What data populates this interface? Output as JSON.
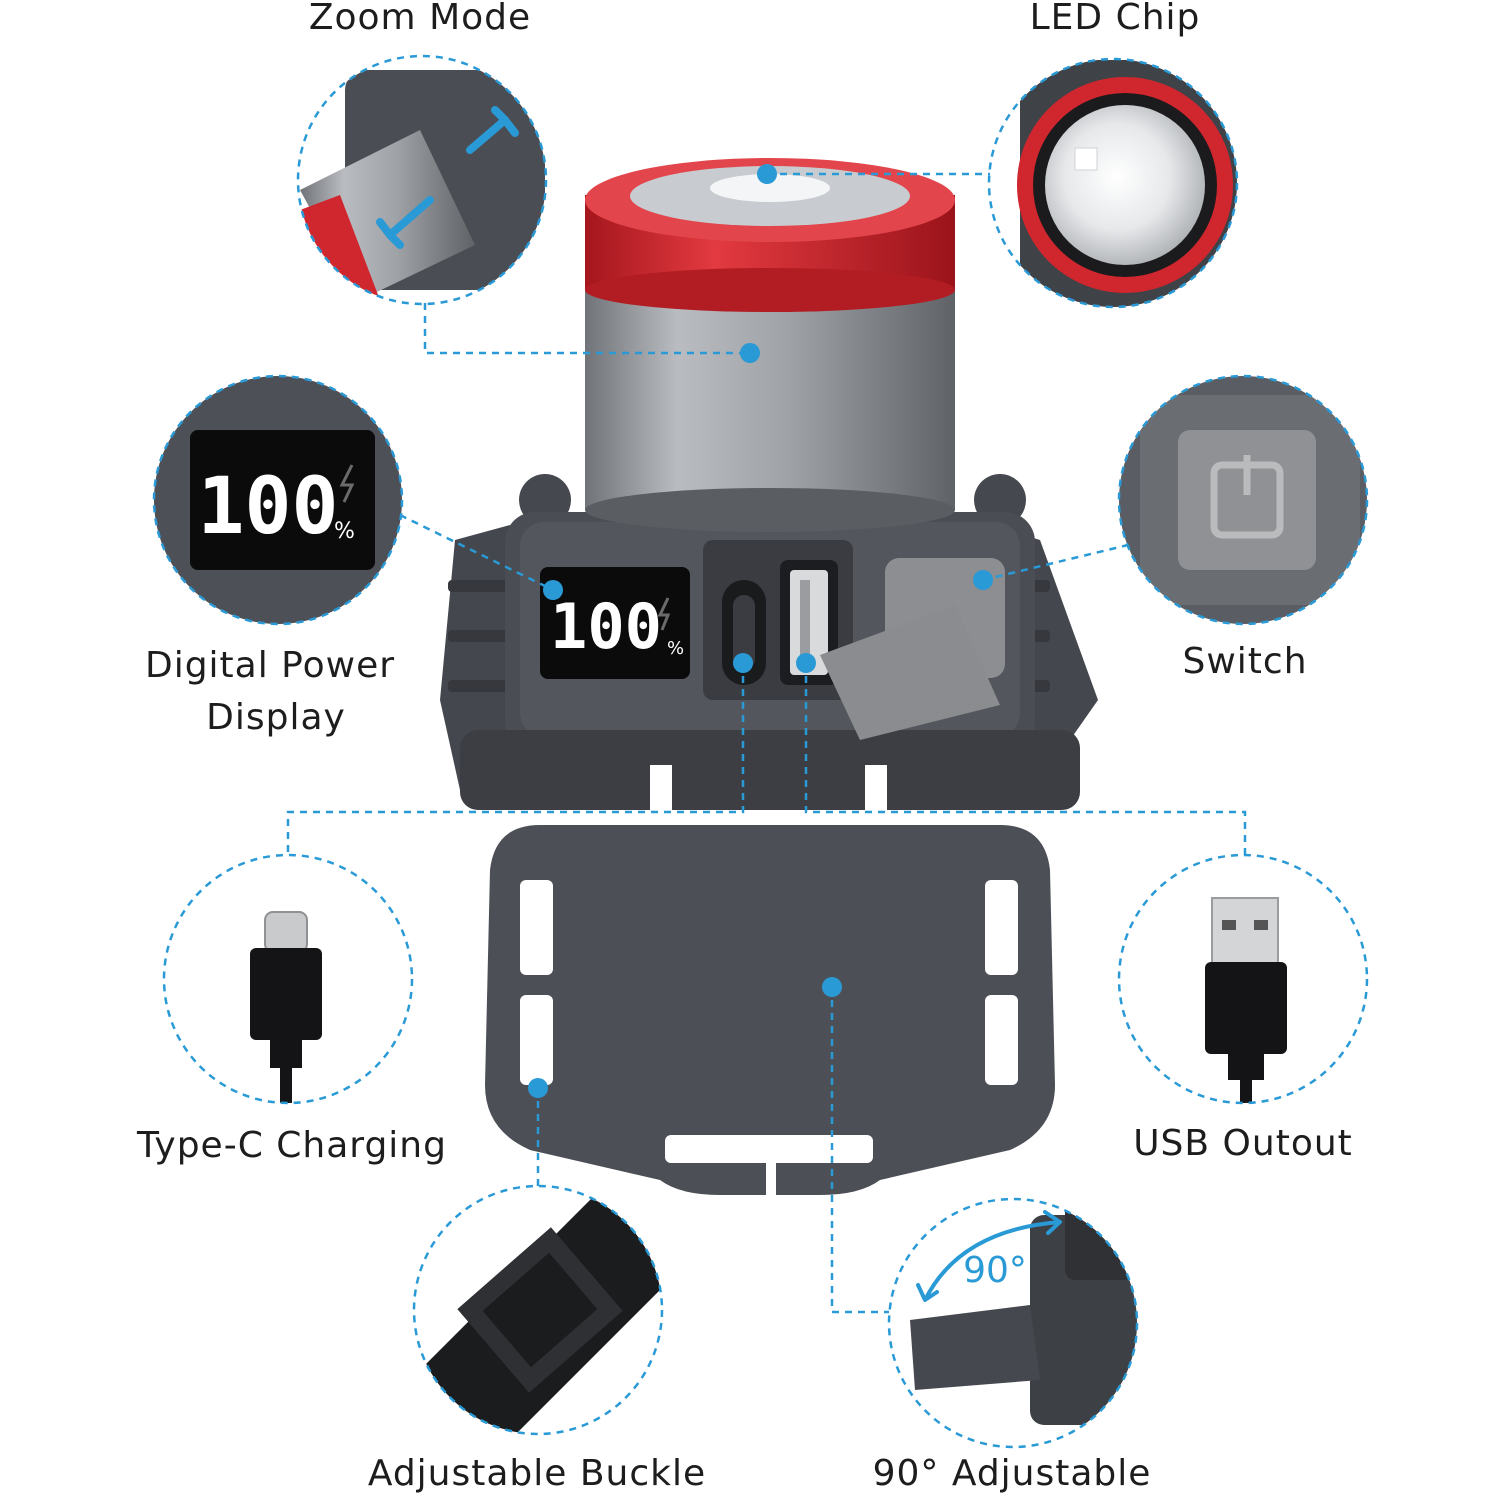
{
  "colors": {
    "accent": "#2a9ad6",
    "housing": "#4a4d53",
    "housing_dark": "#393b40",
    "lens_red": "#d0262e",
    "silver": "#9a9da2",
    "button_gray": "#8d8f92"
  },
  "labels": {
    "zoom_mode": "Zoom Mode",
    "led_chip": "LED Chip",
    "digital_power_line1": "Digital Power",
    "digital_power_line2": "Display",
    "switch": "Switch",
    "type_c": "Type-C Charging",
    "usb_output": "USB Outout",
    "buckle": "Adjustable Buckle",
    "adjustable": "90° Adjustable"
  },
  "display": {
    "battery_value": "100",
    "unit": "%"
  },
  "angle": {
    "value": "90°"
  },
  "icons": {
    "charge": "lightning-icon",
    "power": "power-icon",
    "zoom": "double-arrow-icon"
  }
}
